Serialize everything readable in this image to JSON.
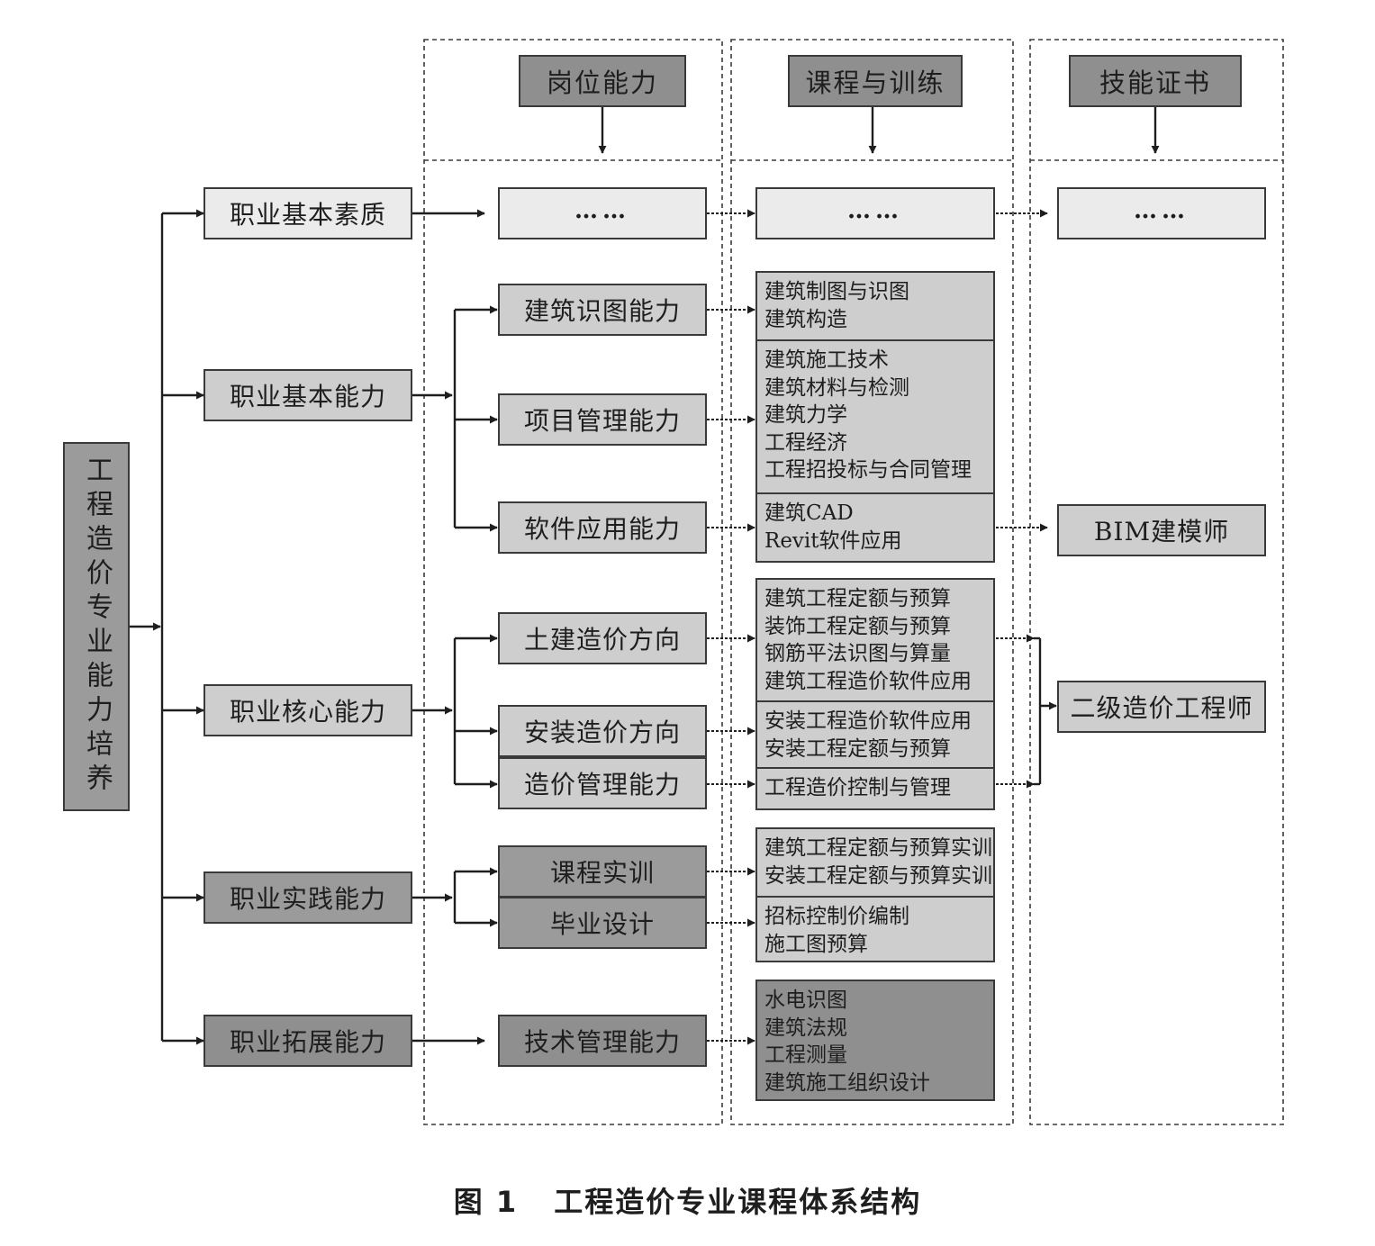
{
  "root": "工程造价专业能力培养",
  "headers": {
    "position": "岗位能力",
    "course": "课程与训练",
    "certificate": "技能证书"
  },
  "ellipsis": "……",
  "categories": {
    "quality": "职业基本素质",
    "basic": "职业基本能力",
    "core": "职业核心能力",
    "practice": "职业实践能力",
    "extend": "职业拓展能力"
  },
  "abilities": {
    "drawing": "建筑识图能力",
    "project": "项目管理能力",
    "software": "软件应用能力",
    "civil": "土建造价方向",
    "install": "安装造价方向",
    "cost_mgmt": "造价管理能力",
    "training": "课程实训",
    "graduation": "毕业设计",
    "tech_mgmt": "技术管理能力"
  },
  "courses": {
    "drawing": [
      "建筑制图与识图",
      "建筑构造"
    ],
    "project": [
      "建筑施工技术",
      "建筑材料与检测",
      "建筑力学",
      "工程经济",
      "工程招投标与合同管理"
    ],
    "software": [
      "建筑CAD",
      "Revit软件应用"
    ],
    "civil": [
      "建筑工程定额与预算",
      "装饰工程定额与预算",
      "钢筋平法识图与算量",
      "建筑工程造价软件应用"
    ],
    "install": [
      "安装工程造价软件应用",
      "安装工程定额与预算"
    ],
    "cost_mgmt": [
      "工程造价控制与管理"
    ],
    "training": [
      "建筑工程定额与预算实训",
      "安装工程定额与预算实训"
    ],
    "graduation": [
      "招标控制价编制",
      "施工图预算"
    ],
    "tech_mgmt": [
      "水电识图",
      "建筑法规",
      "工程测量",
      "建筑施工组织设计"
    ]
  },
  "certificates": {
    "bim": "BIM建模师",
    "cost_engineer": "二级造价工程师"
  },
  "caption": {
    "figure_no": "图 1",
    "title": "工程造价专业课程体系结构"
  }
}
